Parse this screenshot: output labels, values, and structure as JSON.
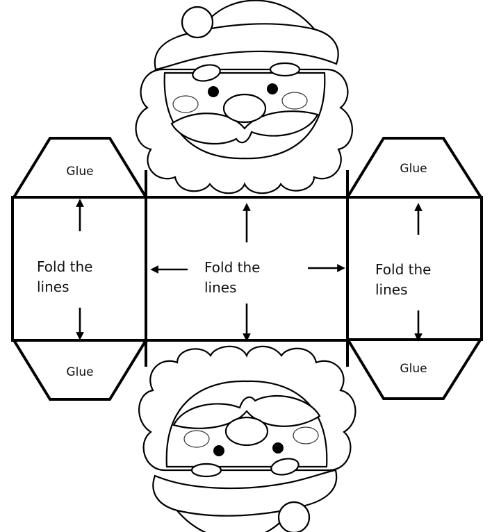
{
  "title": "Santa gift box template",
  "colors": {
    "ink": "#000000",
    "paper": "#ffffff"
  },
  "panels": {
    "left": {
      "instruction_line1": "Fold the",
      "instruction_line2": "lines",
      "top_flap": "Glue",
      "bottom_flap": "Glue"
    },
    "center": {
      "instruction_line1": "Fold the",
      "instruction_line2": "lines"
    },
    "right": {
      "instruction_line1": "Fold the",
      "instruction_line2": "lines",
      "top_flap": "Glue",
      "bottom_flap": "Glue"
    }
  },
  "decorations": {
    "top": "santa-face-upright",
    "bottom": "santa-face-upside-down"
  }
}
